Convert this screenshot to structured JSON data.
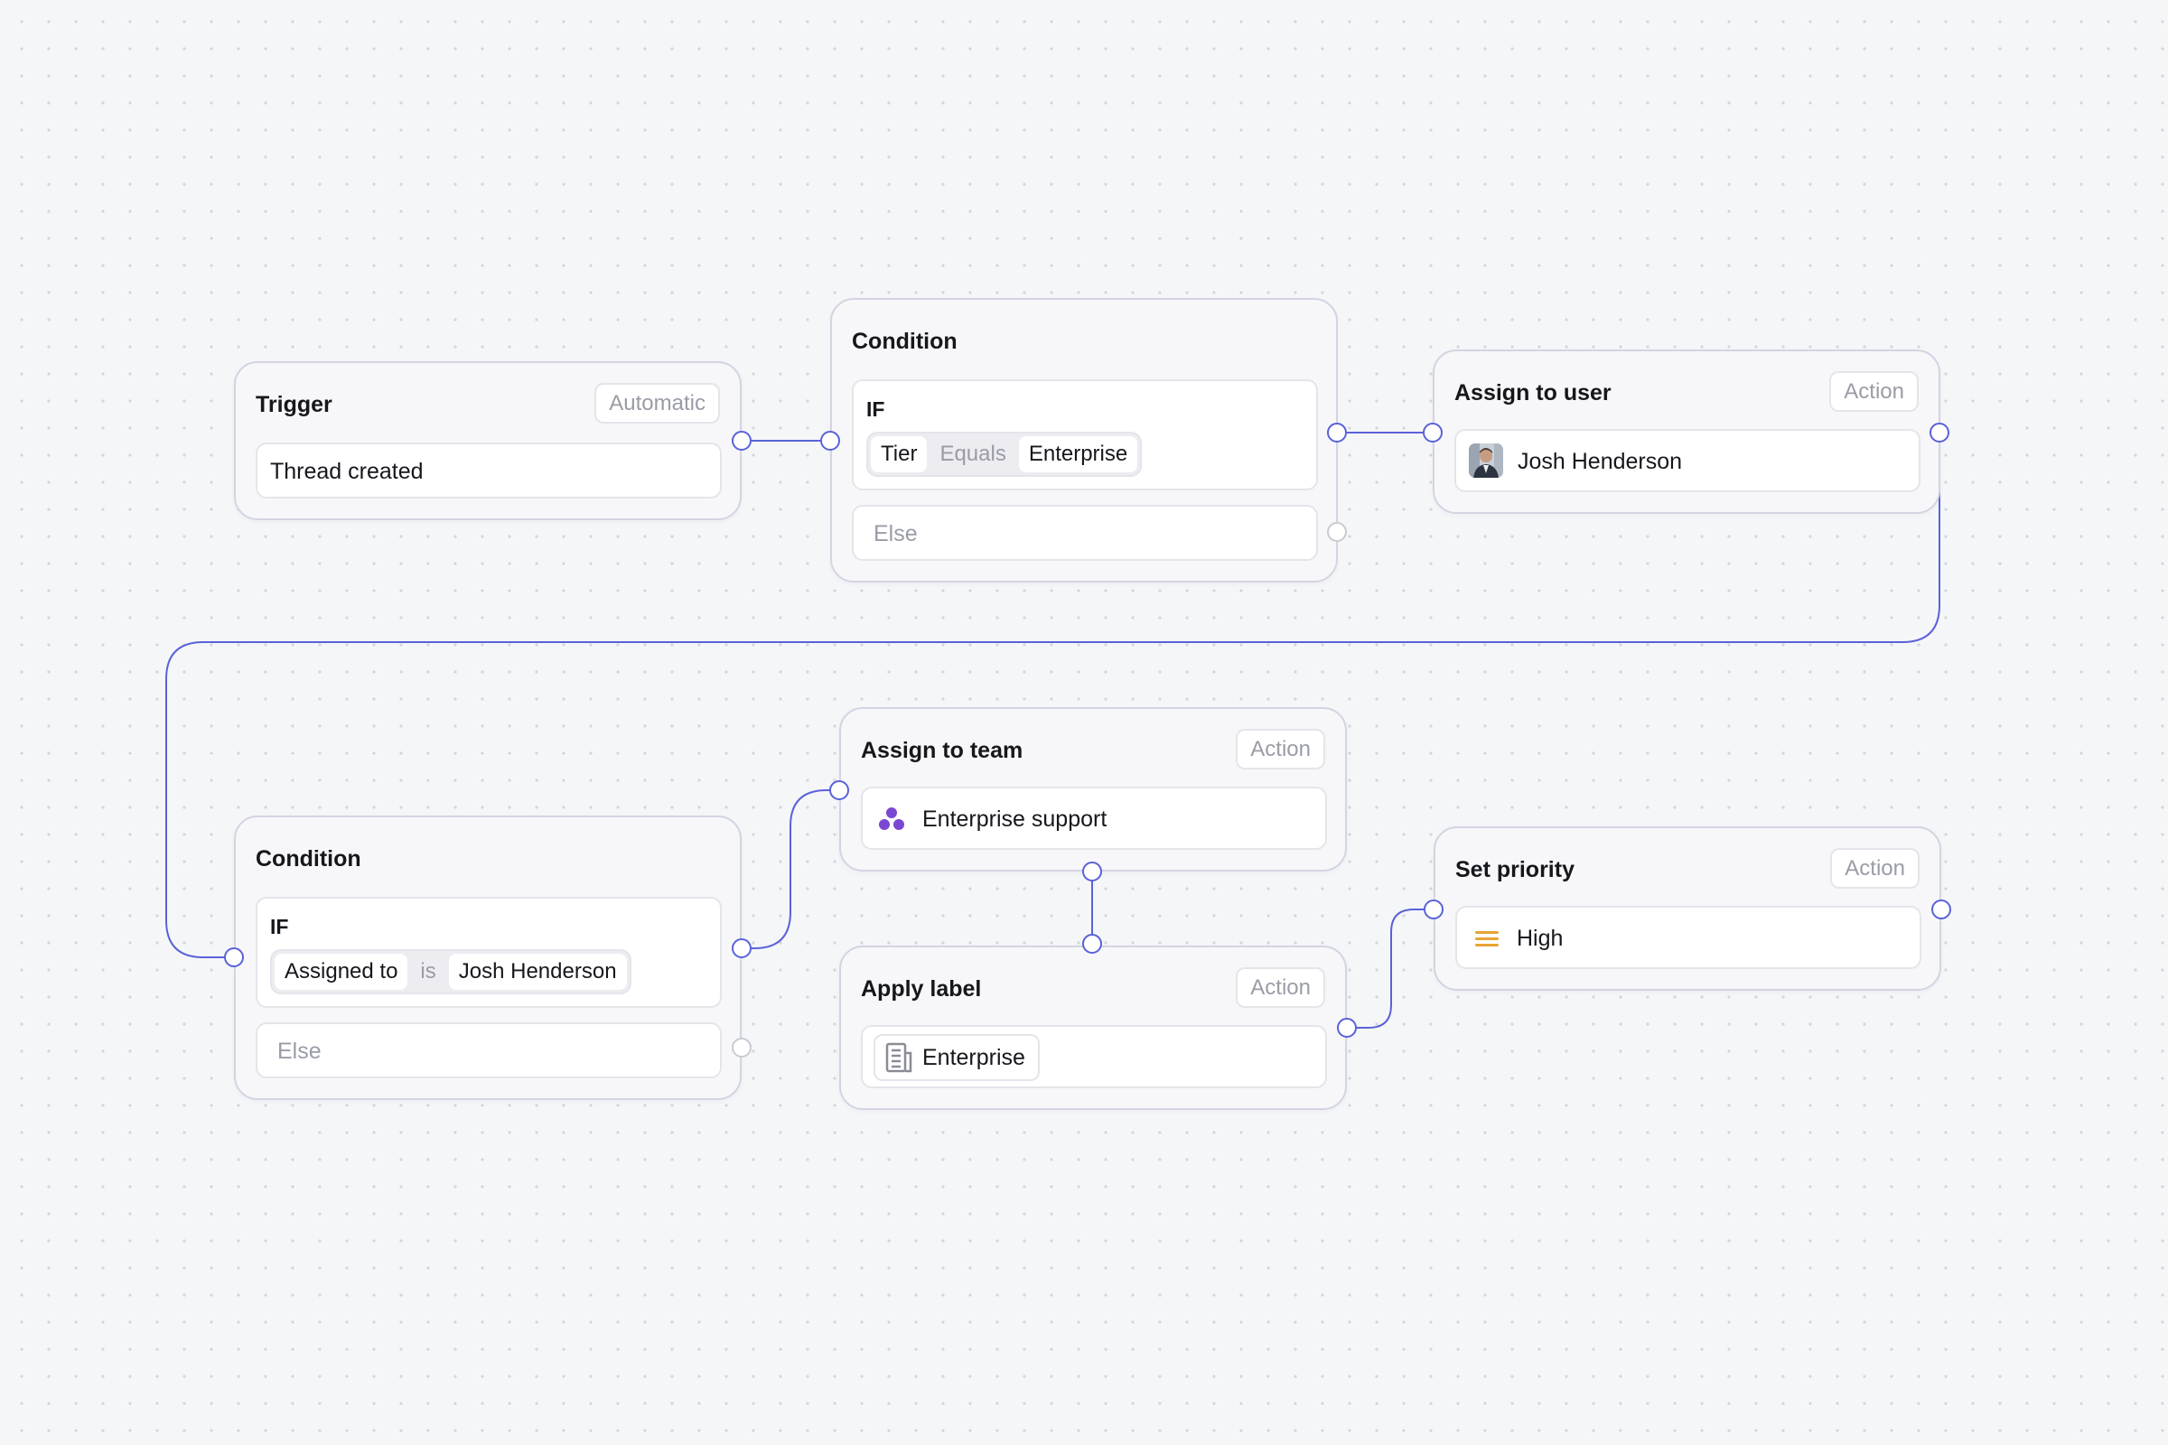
{
  "nodes": {
    "trigger": {
      "title": "Trigger",
      "tag": "Automatic",
      "value": "Thread created"
    },
    "condition_1": {
      "title": "Condition",
      "if_label": "IF",
      "field": "Tier",
      "operator": "Equals",
      "value": "Enterprise",
      "else_label": "Else"
    },
    "assign_user": {
      "title": "Assign to user",
      "tag": "Action",
      "value": "Josh Henderson",
      "icon": "avatar"
    },
    "condition_2": {
      "title": "Condition",
      "if_label": "IF",
      "field": "Assigned to",
      "operator": "is",
      "value": "Josh Henderson",
      "else_label": "Else"
    },
    "assign_team": {
      "title": "Assign to team",
      "tag": "Action",
      "value": "Enterprise support",
      "icon": "team-icon"
    },
    "apply_label": {
      "title": "Apply label",
      "tag": "Action",
      "value": "Enterprise",
      "icon": "building-icon"
    },
    "set_priority": {
      "title": "Set priority",
      "tag": "Action",
      "value": "High",
      "icon": "priority-high-icon"
    }
  },
  "colors": {
    "connector": "#5a62d8",
    "team_icon": "#7a48d0",
    "priority_icon": "#e8a435",
    "node_border": "#d3d4e2",
    "background": "#f5f6f8"
  }
}
